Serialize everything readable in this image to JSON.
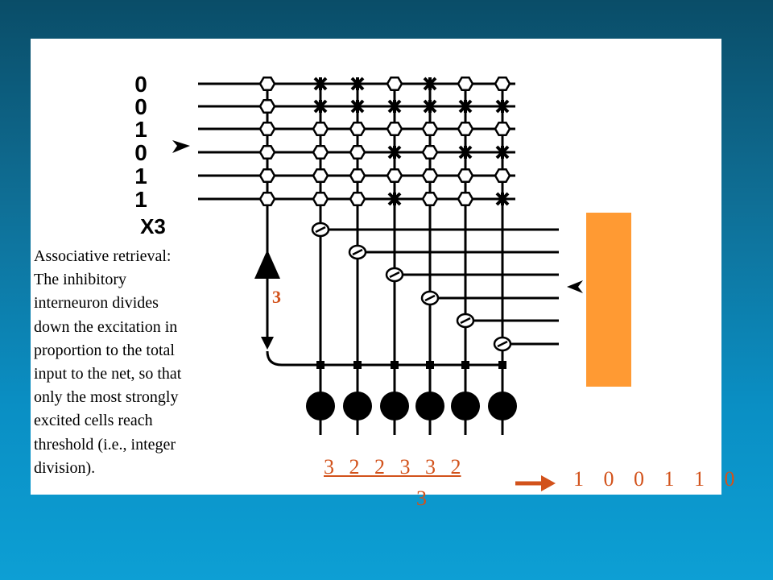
{
  "input_pattern": {
    "bits": [
      "0",
      "0",
      "1",
      "0",
      "1",
      "1"
    ],
    "label": "X3"
  },
  "inhibitory_divisor_label": "3",
  "caption_lines": [
    "Associative retrieval:",
    "The inhibitory",
    "interneuron divides",
    "down the excitation in",
    "proportion to the total",
    "input to the net, so that",
    "only the most strongly",
    "excited cells reach",
    "threshold (i.e., integer",
    "division)."
  ],
  "dendrite_sums": "3 2 2 3 3 2",
  "divisor_below": "3",
  "output_pattern": "1 0 0 1 1 0",
  "colors": {
    "annotation": "#d2521b",
    "recall_cue_bar": "#ff9a33"
  }
}
